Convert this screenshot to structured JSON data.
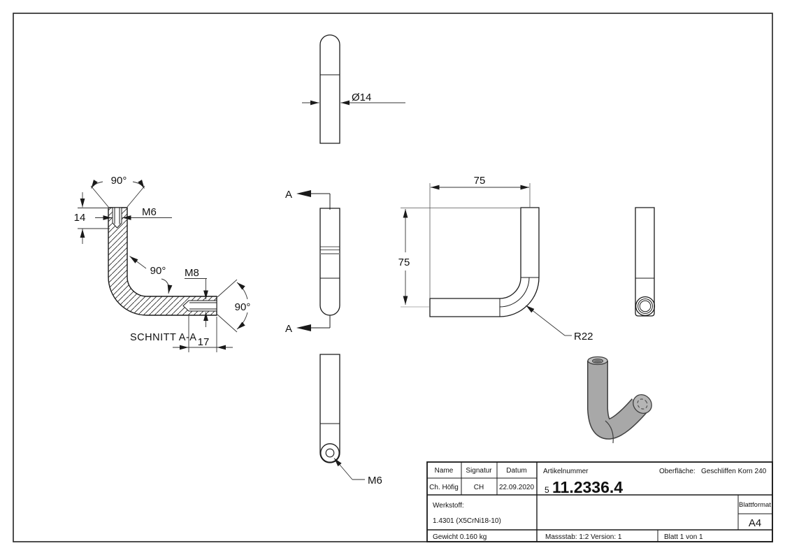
{
  "drawing": {
    "labels": {
      "dia14": "Ø14",
      "schnitt": "SCHNITT A-A",
      "angle_top": "90°",
      "angle_bend": "90°",
      "angle_end": "90°",
      "depth14": "14",
      "m6_section": "M6",
      "m8": "M8",
      "len17": "17",
      "dim75_h": "75",
      "dim75_v": "75",
      "r22": "R22",
      "m6_end": "M6",
      "section_mark": "A"
    },
    "colors": {
      "line": "#1a1a1a",
      "solid_part": "#a8a8a8"
    }
  },
  "title_block": {
    "name_header": "Name",
    "signature_header": "Signatur",
    "date_header": "Datum",
    "name": "Ch. Höfig",
    "signature": "CH",
    "date": "22.09.2020",
    "article_label": "Artikelnummer",
    "article_prefix": "5",
    "article_number": "11.2336.4",
    "surface_label": "Oberfläche:",
    "surface_value": "Geschliffen Korn 240",
    "material_label": "Werkstoff:",
    "material_value": "1.4301 (X5CrNi18-10)",
    "weight": "Gewicht 0.160 kg",
    "scale": "Massstab: 1:2",
    "version": "Version: 1",
    "sheet": "Blatt 1 von 1",
    "format_label": "Blattformat",
    "format_value": "A4"
  }
}
